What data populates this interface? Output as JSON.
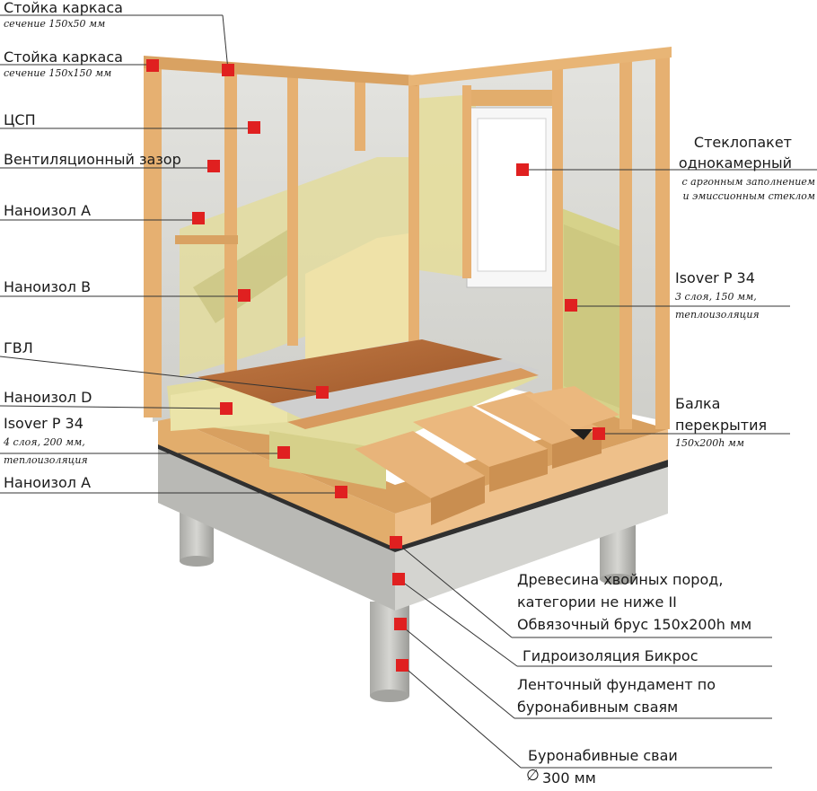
{
  "labels": {
    "stoyka_1": {
      "title": "Стойка каркаса",
      "sub": "сечение 150х50 мм"
    },
    "stoyka_2": {
      "title": "Стойка каркаса",
      "sub": "сечение 150х150 мм"
    },
    "csp": {
      "title": "ЦСП"
    },
    "vent": {
      "title": "Вентиляционный зазор"
    },
    "nanoizol_a_top": {
      "title": "Наноизол А"
    },
    "nanoizol_b": {
      "title": "Наноизол В"
    },
    "gvl": {
      "title": "ГВЛ"
    },
    "nanoizol_d": {
      "title": "Наноизол D"
    },
    "isover_floor": {
      "title": "Isover P 34",
      "sub1": "4 слоя, 200 мм,",
      "sub2": "теплоизоляция"
    },
    "nanoizol_a_bottom": {
      "title": "Наноизол А"
    },
    "window": {
      "title1": "Стеклопакет",
      "title2": "однокамерный",
      "sub1": "с аргонным заполнением",
      "sub2": "и эмиссионным  стеклом"
    },
    "isover_wall": {
      "title": "Isover P 34",
      "sub1": "3 слоя, 150 мм,",
      "sub2": "теплоизоляция"
    },
    "beam": {
      "title1": "Балка",
      "title2": "перекрытия",
      "sub": "150х200h мм"
    },
    "wood": {
      "line1": "Древесина хвойных пород,",
      "line2": "категории не ниже II",
      "line3": "Обвязочный брус 150х200h мм"
    },
    "bikros": {
      "title": "Гидроизоляция Бикрос"
    },
    "foundation": {
      "line1": "Ленточный фундамент по",
      "line2": "буронабивным сваям"
    },
    "piles": {
      "title": "Буронабивные сваи",
      "dia": "∅",
      "size": "300 мм"
    }
  },
  "colors": {
    "marker": "#e02020",
    "wood": "#e9b476",
    "wood_dark": "#c78a4a",
    "insulation": "#d8d49a",
    "concrete": "#c9c9c5",
    "panel": "#dcdcdc",
    "floor": "#b96a3a",
    "line": "#333333"
  }
}
